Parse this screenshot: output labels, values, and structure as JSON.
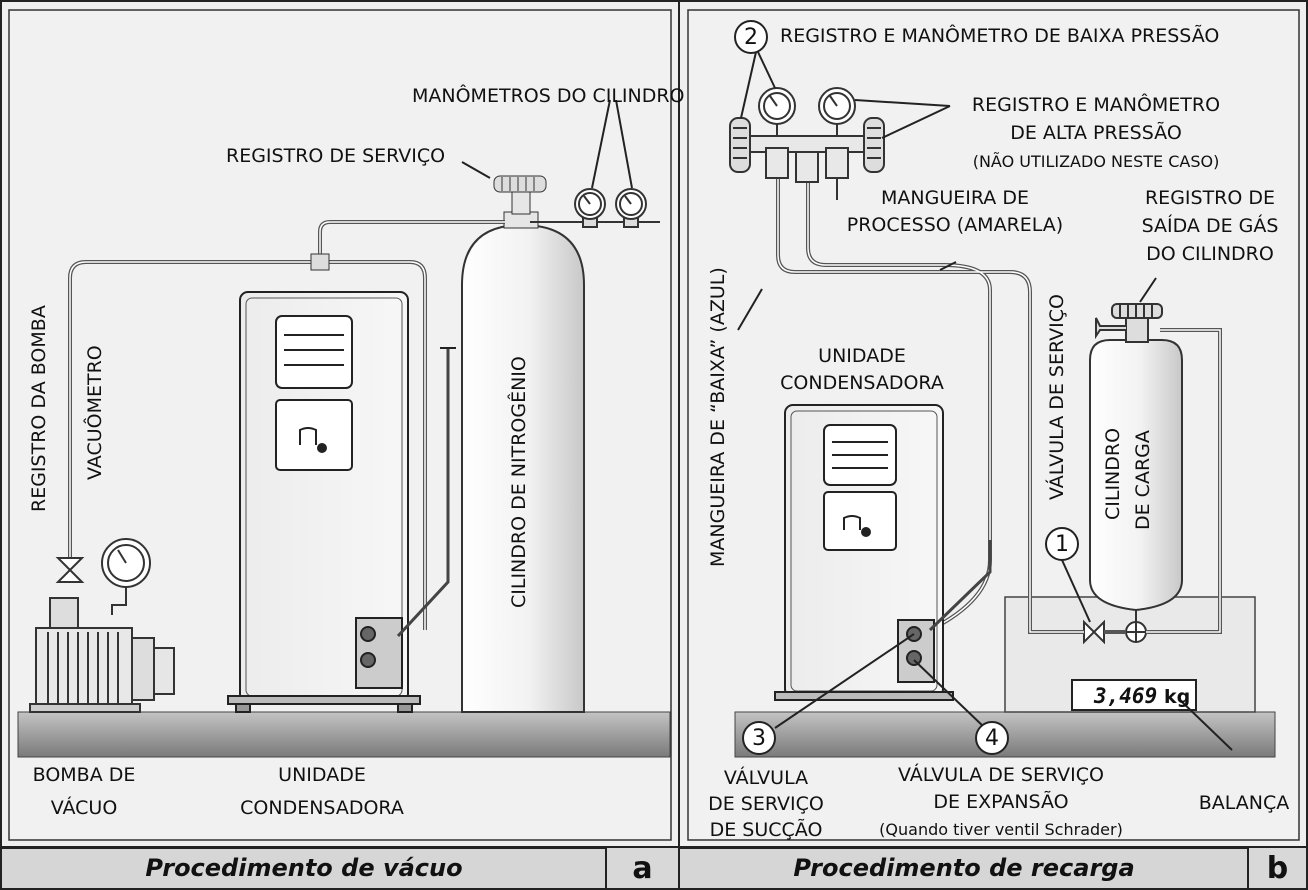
{
  "panel_a": {
    "labels": {
      "cylinder_gauges": "MANÔMETROS DO CILINDRO",
      "service_valve": "REGISTRO DE SERVIÇO",
      "pump_valve": "REGISTRO DA BOMBA",
      "vacuum_gauge": "VACUÔMETRO",
      "nitrogen_cylinder": "CILINDRO DE NITROGÊNIO",
      "vacuum_pump_l1": "BOMBA DE",
      "vacuum_pump_l2": "VÁCUO",
      "condensing_unit_l1": "UNIDADE",
      "condensing_unit_l2": "CONDENSADORA"
    },
    "caption": "Procedimento de vácuo",
    "letter": "a"
  },
  "panel_b": {
    "labels": {
      "low_pressure": "REGISTRO E MANÔMETRO DE BAIXA PRESSÃO",
      "high_pressure_l1": "REGISTRO E MANÔMETRO",
      "high_pressure_l2": "DE ALTA PRESSÃO",
      "high_pressure_note": "(NÃO UTILIZADO NESTE CASO)",
      "process_hose_l1": "MANGUEIRA DE",
      "process_hose_l2": "PROCESSO (AMARELA)",
      "outlet_valve_l1": "REGISTRO DE",
      "outlet_valve_l2": "SAÍDA DE GÁS",
      "outlet_valve_l3": "DO CILINDRO",
      "low_hose": "MANGUEIRA DE “BAIXA” (AZUL)",
      "service_valve_vertical": "VÁLVULA DE SERVIÇO",
      "condensing_unit_l1": "UNIDADE",
      "condensing_unit_l2": "CONDENSADORA",
      "charge_cylinder_l1": "CILINDRO",
      "charge_cylinder_l2": "DE CARGA",
      "suction_valve_l1": "VÁLVULA",
      "suction_valve_l2": "DE SERVIÇO",
      "suction_valve_l3": "DE SUCÇÃO",
      "expansion_valve_l1": "VÁLVULA DE SERVIÇO",
      "expansion_valve_l2": "DE EXPANSÃO",
      "expansion_valve_note": "(Quando tiver ventil Schrader)",
      "scale": "BALANÇA",
      "scale_reading": "3,469",
      "scale_unit": "kg"
    },
    "callouts": [
      "1",
      "2",
      "3",
      "4"
    ],
    "caption": "Procedimento de recarga",
    "letter": "b"
  }
}
